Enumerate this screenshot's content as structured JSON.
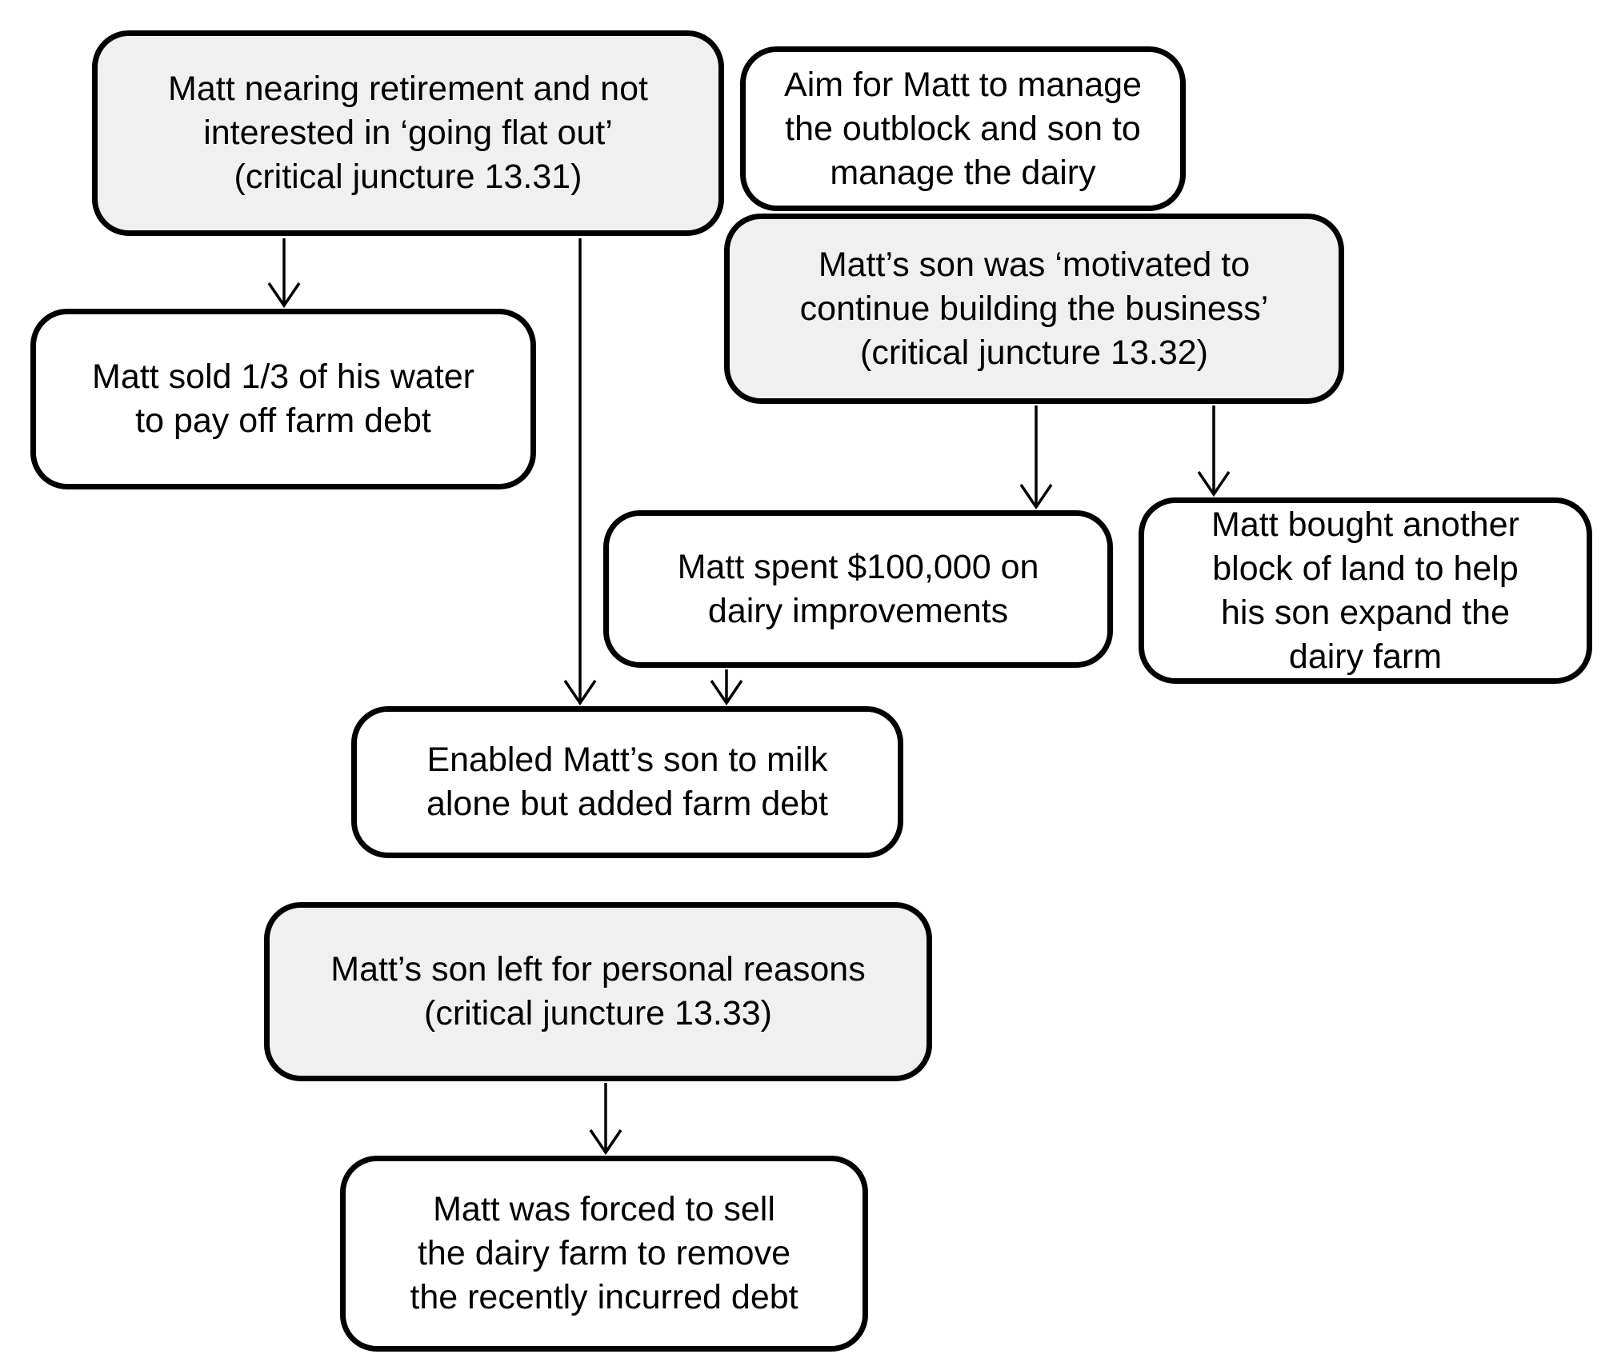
{
  "figure": {
    "type": "flowchart",
    "background_color": "#ffffff",
    "node_border_color": "#000000",
    "text_color": "#000000",
    "critical_juncture_fill": "#f0f0f0",
    "default_fill": "#ffffff",
    "nodes": [
      {
        "id": "nearing-retirement",
        "variant": "gray",
        "lines": [
          "Matt nearing retirement and not",
          "interested in ‘going flat out’",
          "(critical juncture 13.31)"
        ]
      },
      {
        "id": "aim-manage",
        "variant": "white",
        "lines": [
          "Aim for Matt to manage",
          "the outblock and son to",
          "manage the dairy"
        ]
      },
      {
        "id": "son-motivated",
        "variant": "gray",
        "lines": [
          "Matt’s son was ‘motivated to",
          "continue building the business’",
          "(critical juncture 13.32)"
        ]
      },
      {
        "id": "sold-water",
        "variant": "white",
        "lines": [
          "Matt sold 1/3 of his water",
          "to pay off farm debt"
        ]
      },
      {
        "id": "spent-100k",
        "variant": "white",
        "lines": [
          "Matt spent $100,000 on",
          "dairy improvements"
        ]
      },
      {
        "id": "bought-land",
        "variant": "white",
        "lines": [
          "Matt bought another",
          "block of land to help",
          "his son expand the",
          "dairy farm"
        ]
      },
      {
        "id": "milk-alone",
        "variant": "white",
        "lines": [
          "Enabled Matt’s son to milk",
          "alone but added farm debt"
        ]
      },
      {
        "id": "son-left",
        "variant": "gray",
        "lines": [
          "Matt’s son left for personal reasons",
          "(critical juncture 13.33)"
        ]
      },
      {
        "id": "forced-sell",
        "variant": "white",
        "lines": [
          "Matt was forced to sell",
          "the dairy farm to remove",
          "the recently incurred debt"
        ]
      }
    ],
    "edges": [
      {
        "from": "nearing-retirement",
        "to": "sold-water"
      },
      {
        "from": "nearing-retirement",
        "to": "milk-alone"
      },
      {
        "from": "son-motivated",
        "to": "spent-100k"
      },
      {
        "from": "son-motivated",
        "to": "bought-land"
      },
      {
        "from": "spent-100k",
        "to": "milk-alone"
      },
      {
        "from": "son-left",
        "to": "forced-sell"
      }
    ]
  }
}
